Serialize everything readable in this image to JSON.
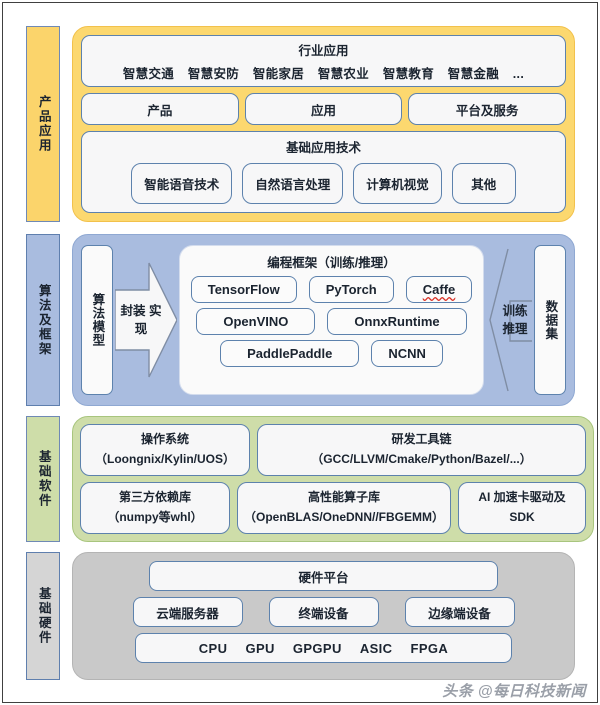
{
  "colors": {
    "application_layer": "#fcd86f",
    "algorithm_layer": "#a9bcdf",
    "software_layer": "#cedda9",
    "hardware_layer": "#c9c9c9",
    "box_border": "#5d82ad",
    "misspell_underline": "#d93025"
  },
  "application_layer": {
    "side_label": "产品应用",
    "industry": {
      "title": "行业应用",
      "tags": [
        "智慧交通",
        "智慧安防",
        "智能家居",
        "智慧农业",
        "智慧教育",
        "智慧金融",
        "..."
      ]
    },
    "categories": [
      "产品",
      "应用",
      "平台及服务"
    ],
    "base_tech": {
      "title": "基础应用技术",
      "items": [
        "智能语音技术",
        "自然语言处理",
        "计算机视觉",
        "其他"
      ]
    }
  },
  "algorithm_layer": {
    "side_label": "算法及框架",
    "model_box": "算法模型",
    "encapsulate_arrow": "封装\n实现",
    "framework": {
      "title": "编程框架（训练/推理）",
      "rows": [
        [
          "TensorFlow",
          "PyTorch",
          "Caffe"
        ],
        [
          "OpenVINO",
          "OnnxRuntime"
        ],
        [
          "PaddlePaddle",
          "NCNN"
        ]
      ],
      "misspelled": "Caffe"
    },
    "train_arrow": "训练\n推理",
    "dataset_box": "数据集"
  },
  "software_layer": {
    "side_label": "基础软件",
    "row1": [
      {
        "title": "操作系统",
        "detail": "（Loongnix/Kylin/UOS）"
      },
      {
        "title": "研发工具链",
        "detail": "（GCC/LLVM/Cmake/Python/Bazel/...）"
      }
    ],
    "row2": [
      {
        "title": "第三方依赖库",
        "detail": "（numpy等whl）"
      },
      {
        "title": "高性能算子库",
        "detail": "（OpenBLAS/OneDNN//FBGEMM）"
      },
      {
        "title": "AI 加速卡驱动及",
        "detail": "SDK"
      }
    ]
  },
  "hardware_layer": {
    "side_label": "基础硬件",
    "platform": "硬件平台",
    "devices": [
      "云端服务器",
      "终端设备",
      "边缘端设备"
    ],
    "chips": [
      "CPU",
      "GPU",
      "GPGPU",
      "ASIC",
      "FPGA"
    ]
  },
  "watermark": "头条 @每日科技新闻"
}
